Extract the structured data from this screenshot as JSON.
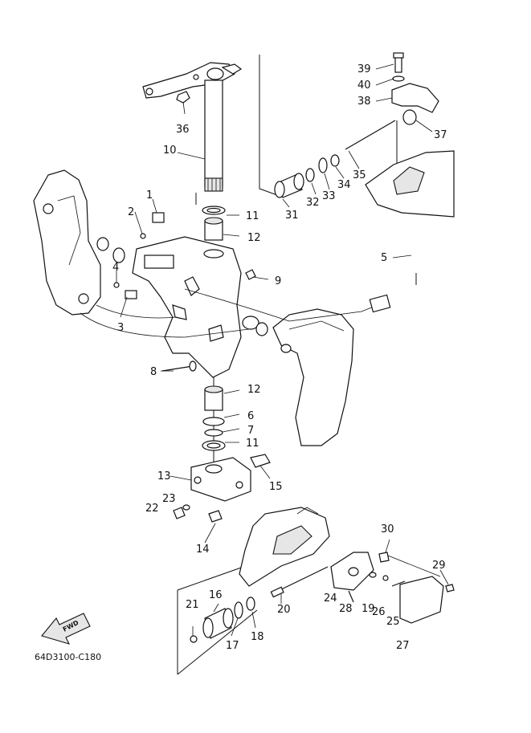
{
  "diagram_code": "64D3100-C180",
  "fwd_label": "FWD",
  "callouts": {
    "c1": "1",
    "c2": "2",
    "c3": "3",
    "c4": "4",
    "c5": "5",
    "c6": "6",
    "c7": "7",
    "c8": "8",
    "c9": "9",
    "c10": "10",
    "c11a": "11",
    "c11b": "11",
    "c12a": "12",
    "c12b": "12",
    "c13": "13",
    "c14": "14",
    "c15": "15",
    "c16": "16",
    "c17": "17",
    "c18": "18",
    "c19": "19",
    "c20": "20",
    "c21": "21",
    "c22": "22",
    "c23": "23",
    "c24": "24",
    "c25": "25",
    "c26": "26",
    "c27": "27",
    "c28": "28",
    "c29": "29",
    "c30": "30",
    "c31": "31",
    "c32": "32",
    "c33": "33",
    "c34": "34",
    "c35": "35",
    "c36": "36",
    "c37": "37",
    "c38": "38",
    "c39": "39",
    "c40": "40"
  }
}
